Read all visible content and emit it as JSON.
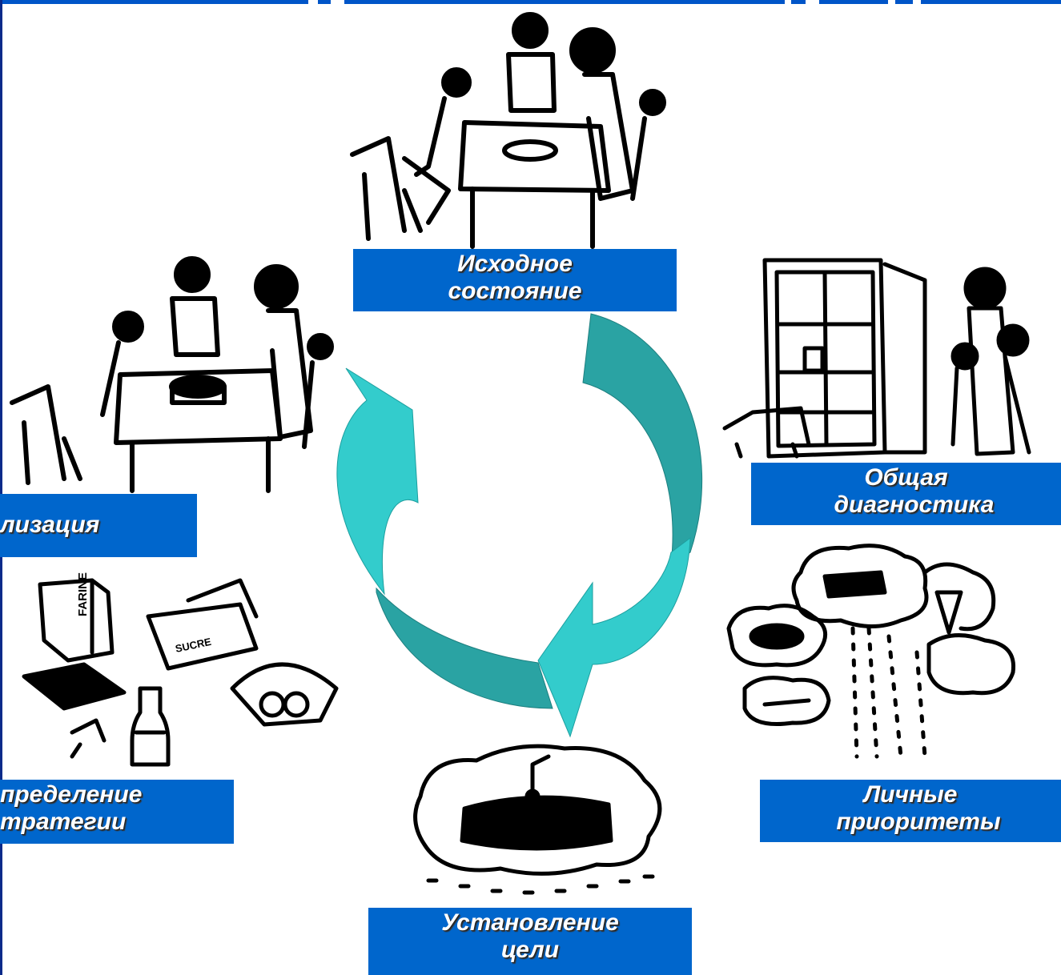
{
  "labels": {
    "initial_state": {
      "line1": "Исходное",
      "line2": "состояние"
    },
    "general_diagnostics": {
      "line1": "Общая",
      "line2": "диагностика"
    },
    "personal_priorities": {
      "line1": "Личные",
      "line2": "приоритеты"
    },
    "goal_setting": {
      "line1": "Установление",
      "line2": "цели"
    },
    "strategy_definition": {
      "line1": "пределение",
      "line2": "тратегии"
    },
    "realization": {
      "line1": "лизация"
    }
  },
  "box_texts": {
    "flour": "FARINE",
    "sugar": "SUCRE"
  },
  "colors": {
    "label_bg": "#0066cc",
    "arrow_light": "#33cccc",
    "arrow_dark": "#2aa3a3",
    "top_bar": "#0055c8"
  }
}
